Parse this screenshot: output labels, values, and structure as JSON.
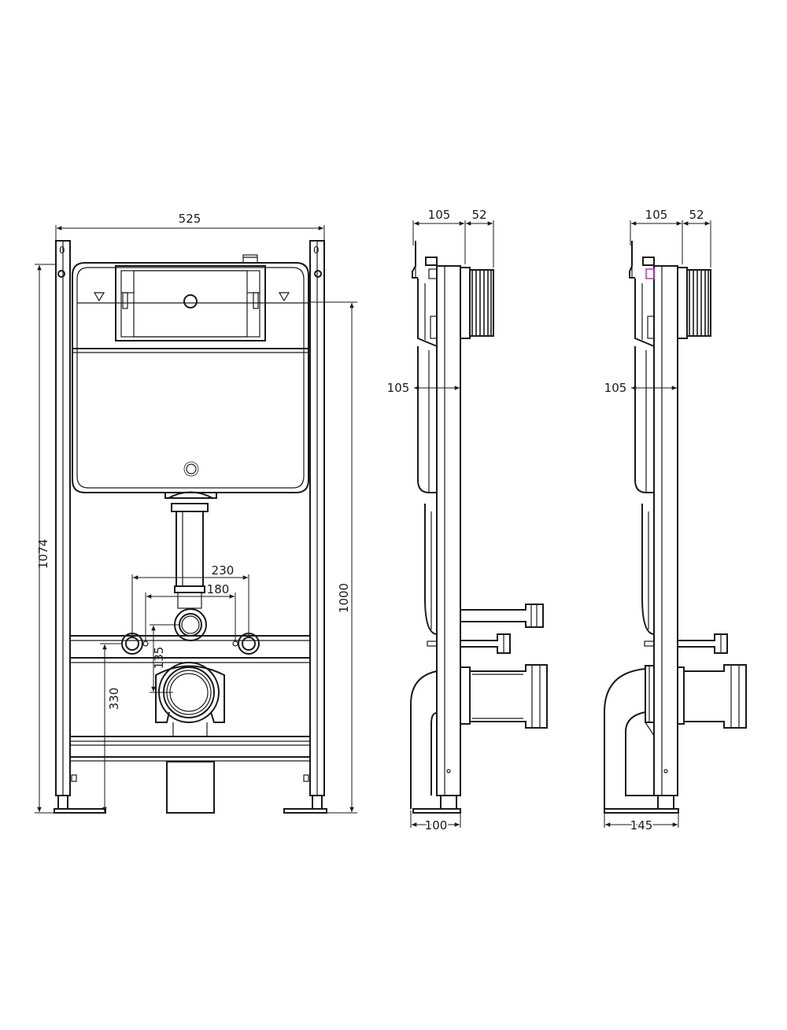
{
  "dimensions": {
    "front": {
      "width": "525",
      "height_total": "1074",
      "height_frame": "1000",
      "pipe_spacing_outer": "230",
      "pipe_spacing_inner": "180",
      "inlet_offset": "135",
      "outlet_height": "330"
    },
    "side_a": {
      "top_depth": "105",
      "top_extension": "52",
      "mid_depth": "105",
      "bottom_depth": "100"
    },
    "side_b": {
      "top_depth": "105",
      "top_extension": "52",
      "mid_depth": "105",
      "bottom_depth": "145"
    }
  },
  "colors": {
    "line": "#1a1a1a",
    "background": "#ffffff",
    "highlight": "#c040c0"
  }
}
